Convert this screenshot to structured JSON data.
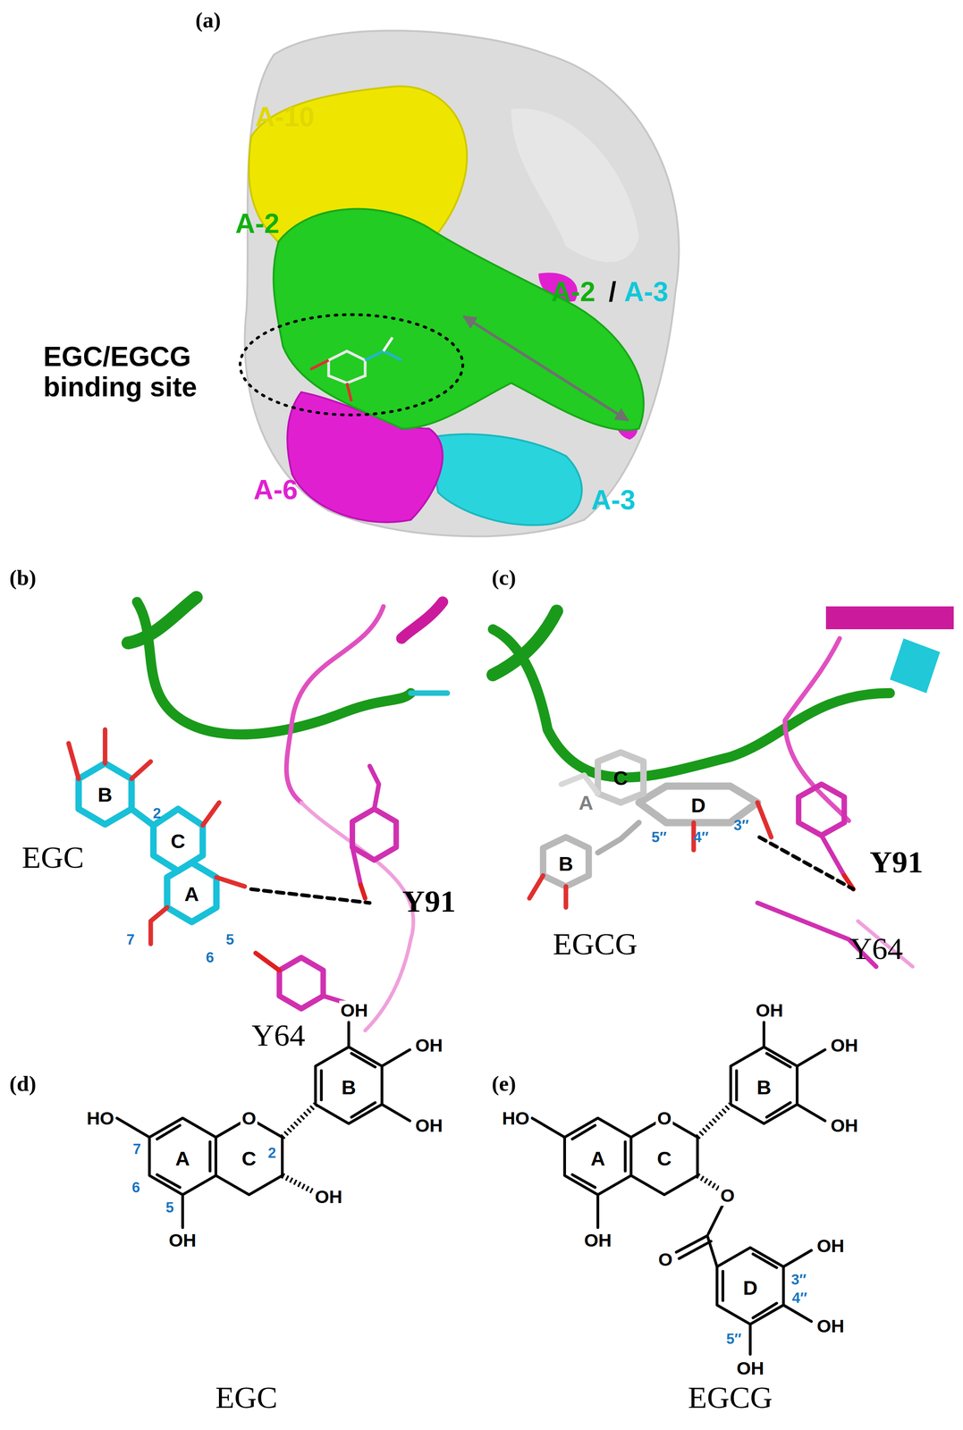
{
  "diagram": {
    "labels": [
      "(a)",
      "A-10",
      "A-2",
      "A-2",
      "/",
      "A-3",
      "EGC/EGCG binding site",
      "A-6",
      "A-3",
      "(b)",
      "B",
      "2",
      "C",
      "EGC",
      "A",
      "5",
      "7",
      "6",
      "Y91",
      "Y64",
      "(c)",
      "C",
      "A",
      "D",
      "B",
      "5″",
      "4″",
      "3″",
      "EGCG",
      "Y91",
      "Y64",
      "(d)",
      "HO",
      "7",
      "A",
      "6",
      "5",
      "OH",
      "O",
      "C",
      "2",
      "OH",
      "B",
      "OH",
      "OH",
      "OH",
      "EGC",
      "(e)",
      "HO",
      "A",
      "O",
      "C",
      "OH",
      "B",
      "OH",
      "OH",
      "OH",
      "O",
      "O",
      "D",
      "3″",
      "OH",
      "4″",
      "OH",
      "5″",
      "OH",
      "EGCG"
    ]
  }
}
